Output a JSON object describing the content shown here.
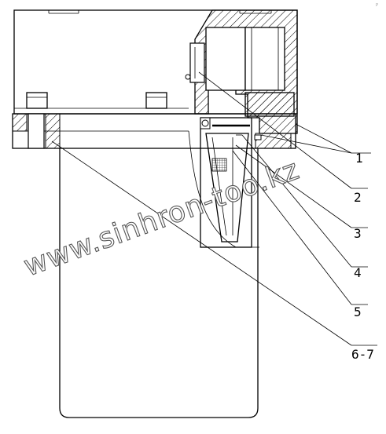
{
  "callouts": [
    {
      "id": "1",
      "label": "1"
    },
    {
      "id": "2",
      "label": "2"
    },
    {
      "id": "3",
      "label": "3"
    },
    {
      "id": "4",
      "label": "4"
    },
    {
      "id": "5",
      "label": "5"
    },
    {
      "id": "6-7",
      "label": "6-7"
    }
  ],
  "watermark": "www.sinhron-too.kz",
  "corner_mark": "P"
}
